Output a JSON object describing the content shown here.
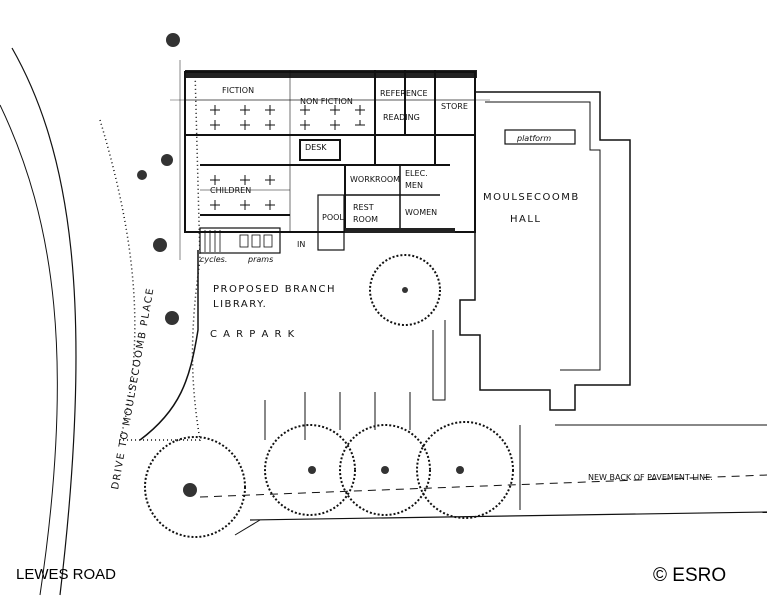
{
  "plan": {
    "rooms": {
      "fiction": "FICTION",
      "non_fiction": "NON FICTION",
      "reference": "REFERENCE",
      "reading": "READING",
      "store": "STORE",
      "platform": "platform",
      "desk": "DESK",
      "children": "CHILDREN",
      "workroom": "WORKROOM",
      "elec": "ELEC.",
      "men": "MEN",
      "women": "WOMEN",
      "rest_room_1": "REST",
      "rest_room_2": "ROOM",
      "pool": "POOL",
      "in": "IN",
      "cycles": "cycles.",
      "prams": "prams"
    },
    "proposed_1": "PROPOSED BRANCH",
    "proposed_2": "LIBRARY.",
    "car_park": "C A R   P A R K",
    "hall_1": "MOULSECOOMB",
    "hall_2": "HALL",
    "drive": "DRIVE TO MOULSECOOMB PLACE",
    "pavement": "NEW BACK OF PAVEMENT LINE."
  },
  "captions": {
    "road": "LEWES ROAD",
    "copyright": "© ESRO"
  }
}
